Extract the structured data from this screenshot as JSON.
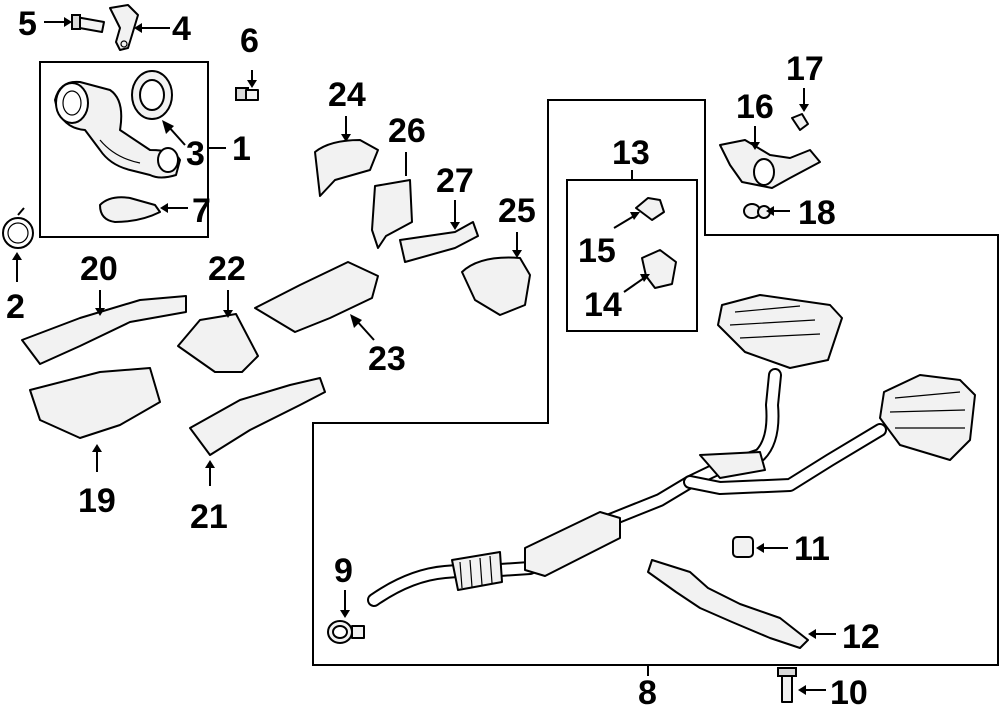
{
  "diagram": {
    "callouts": [
      {
        "id": "c1",
        "number": "1"
      },
      {
        "id": "c2",
        "number": "2"
      },
      {
        "id": "c3",
        "number": "3"
      },
      {
        "id": "c4",
        "number": "4"
      },
      {
        "id": "c5",
        "number": "5"
      },
      {
        "id": "c6",
        "number": "6"
      },
      {
        "id": "c7",
        "number": "7"
      },
      {
        "id": "c8",
        "number": "8"
      },
      {
        "id": "c9",
        "number": "9"
      },
      {
        "id": "c10",
        "number": "10"
      },
      {
        "id": "c11",
        "number": "11"
      },
      {
        "id": "c12",
        "number": "12"
      },
      {
        "id": "c13",
        "number": "13"
      },
      {
        "id": "c14",
        "number": "14"
      },
      {
        "id": "c15",
        "number": "15"
      },
      {
        "id": "c16",
        "number": "16"
      },
      {
        "id": "c17",
        "number": "17"
      },
      {
        "id": "c18",
        "number": "18"
      },
      {
        "id": "c19",
        "number": "19"
      },
      {
        "id": "c20",
        "number": "20"
      },
      {
        "id": "c21",
        "number": "21"
      },
      {
        "id": "c22",
        "number": "22"
      },
      {
        "id": "c23",
        "number": "23"
      },
      {
        "id": "c24",
        "number": "24"
      },
      {
        "id": "c25",
        "number": "25"
      },
      {
        "id": "c26",
        "number": "26"
      },
      {
        "id": "c27",
        "number": "27"
      }
    ],
    "colors": {
      "line": "#000000",
      "part_fill": "#f2f2f2",
      "background": "#ffffff"
    }
  }
}
